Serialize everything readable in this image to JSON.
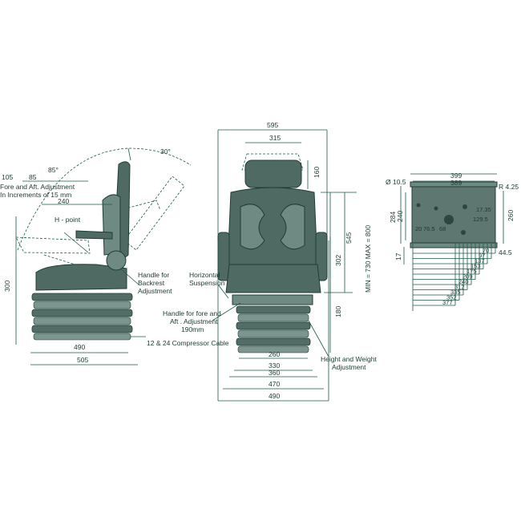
{
  "side_view": {
    "dim_105": "105",
    "dim_85": "85",
    "angle_85": "85°",
    "angle_30": "30°",
    "fore_aft_note_1": "Fore and Aft. Adjustment",
    "fore_aft_note_2": "In Increments of 15 mm",
    "dim_240": "240",
    "h_point": "H - point",
    "handle_backrest_1": "Handle for",
    "handle_backrest_2": "Backrest",
    "handle_backrest_3": "Adjustment",
    "dim_300": "300",
    "dim_490": "490",
    "dim_505": "505",
    "compressor_cable": "12 & 24 Compressor Cable"
  },
  "front_view": {
    "dim_595": "595",
    "dim_315": "315",
    "dim_160": "160",
    "dim_545": "545",
    "dim_302": "302",
    "dim_180": "180",
    "min_max": "MIN = 730   MAX = 800",
    "horiz_susp_1": "Horizontal",
    "horiz_susp_2": "Suspension",
    "handle_fore_1": "Handle for fore and",
    "handle_fore_2": "Aft . Adjustment",
    "handle_fore_3": "190mm",
    "height_weight_1": "Height and Weight",
    "height_weight_2": "Adjustment",
    "dim_260": "260",
    "dim_330": "330",
    "dim_360": "360",
    "dim_470": "470",
    "dim_490": "490"
  },
  "base_view": {
    "dim_399": "399",
    "dim_389": "389",
    "dia_105": "Ø 10.5",
    "r_425": "R 4.25",
    "dim_284": "284",
    "dim_240": "240",
    "dim_260": "260",
    "dim_17": "17",
    "dim_445": "44.5",
    "inner_1735": "17.35",
    "inner_1295": "129.5",
    "inner_20": "20",
    "inner_765": "76.5",
    "inner_68": "68",
    "stack": [
      "70",
      "97",
      "137",
      "153",
      "175",
      "209",
      "240",
      "312",
      "335",
      "352",
      "377"
    ]
  }
}
